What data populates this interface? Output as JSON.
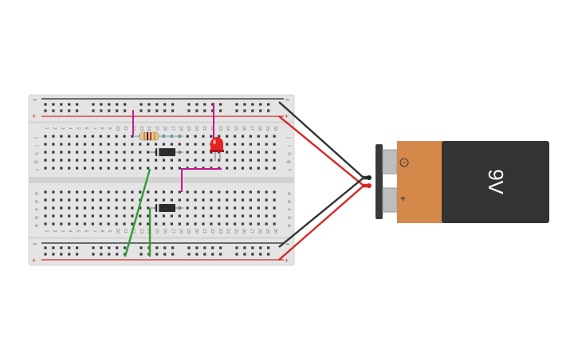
{
  "canvas": {
    "background": "#ffffff"
  },
  "breadboard": {
    "body_color": "#e4e4e4",
    "hole_color": "#3a3a3a",
    "rail_plus_color": "#d62728",
    "rail_minus_color": "#222222",
    "rail_minus_symbol": "−",
    "rail_plus_symbol": "+",
    "column_numbers": [
      "1",
      "2",
      "3",
      "4",
      "5",
      "6",
      "7",
      "8",
      "9",
      "10",
      "11",
      "12",
      "13",
      "14",
      "15",
      "16",
      "17",
      "18",
      "19",
      "20",
      "21",
      "22",
      "23",
      "24",
      "25",
      "26",
      "27",
      "28",
      "29",
      "30"
    ],
    "row_letters_top": [
      "j",
      "i",
      "h",
      "g",
      "f"
    ],
    "row_letters_bottom": [
      "e",
      "d",
      "c",
      "b",
      "a"
    ]
  },
  "battery": {
    "label": "9V",
    "negative_symbol": "−",
    "positive_symbol": "+",
    "body_color": "#333333",
    "label_band_color": "#d4894a",
    "cap_color": "#3a3a3a"
  },
  "wires": {
    "positive_color": "#d62728",
    "negative_color": "#333333",
    "jumper_pink": "#c2188f",
    "jumper_green": "#2e9e37"
  },
  "components": {
    "resistor": {
      "name": "resistor",
      "body_color": "#e2c79d"
    },
    "led": {
      "name": "led",
      "color": "#e32222"
    },
    "diode_top": {
      "name": "diode",
      "body_color": "#2b2b2b"
    },
    "diode_bottom": {
      "name": "diode",
      "body_color": "#2b2b2b"
    }
  }
}
